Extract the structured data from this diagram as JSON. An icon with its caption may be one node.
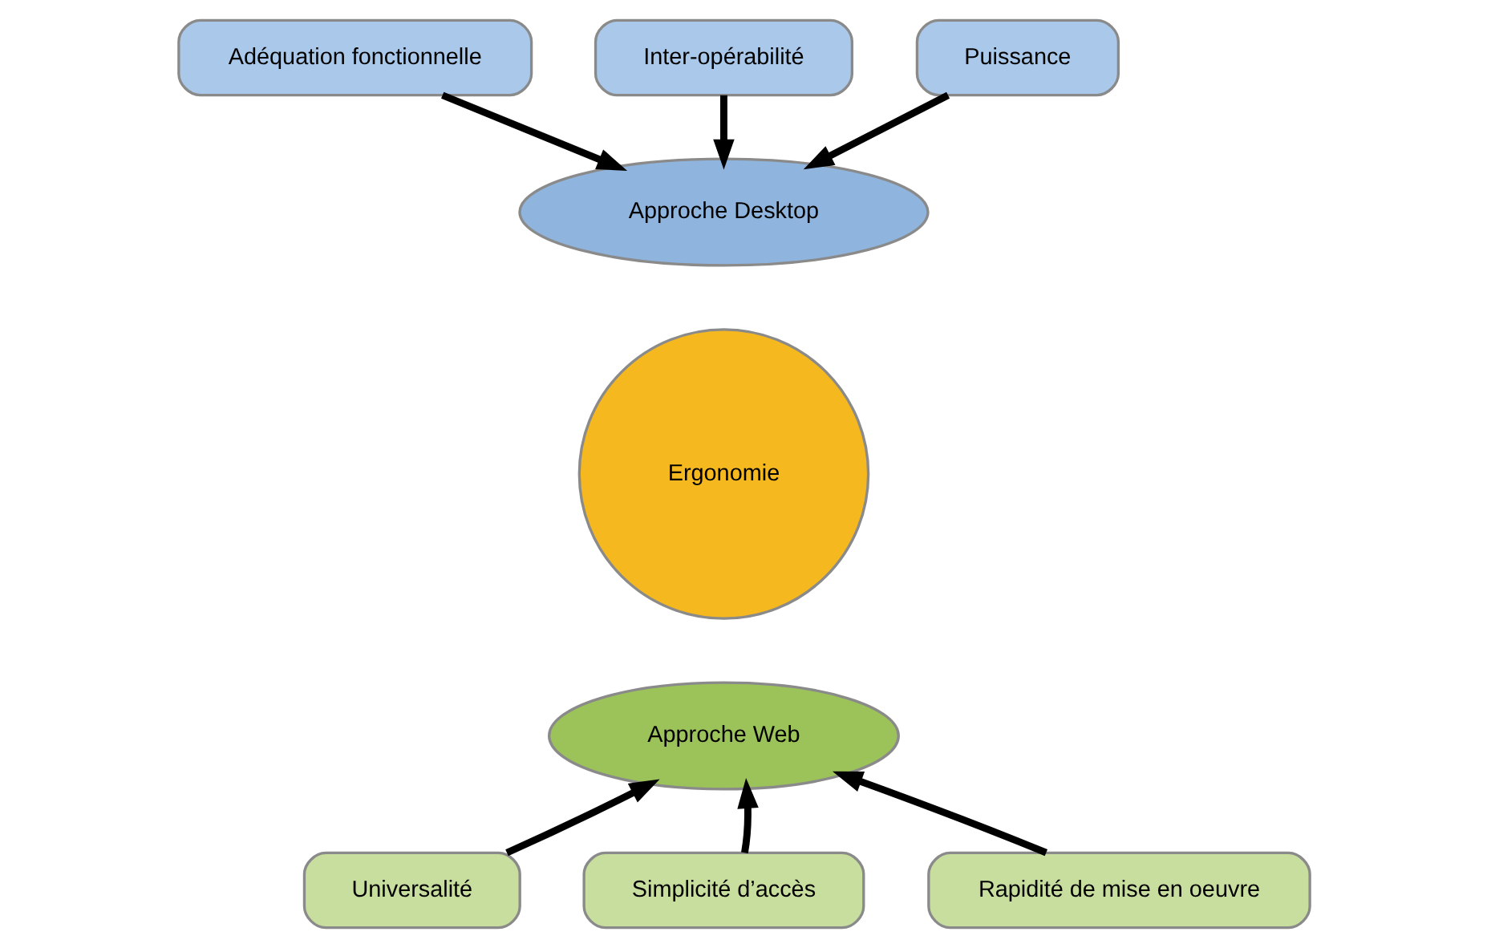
{
  "diagram": {
    "nodes": [
      {
        "text": [
          "Adéquation fonctionnelle"
        ]
      },
      {
        "text": [
          "Inter-opérabilité"
        ]
      },
      {
        "text": [
          "Puissance"
        ]
      },
      {
        "text": [
          "Approche Desktop"
        ]
      },
      {
        "text": [
          "Ergonomie"
        ]
      },
      {
        "text": [
          "Approche Web"
        ]
      },
      {
        "text": [
          "Universalité"
        ]
      },
      {
        "text": [
          "Simplicité d’accès"
        ]
      },
      {
        "text": [
          "Rapidité de mise en oeuvre"
        ]
      }
    ],
    "edges": [
      {
        "from": 0,
        "to": 3,
        "arrow": "to"
      },
      {
        "from": 1,
        "to": 3,
        "arrow": "to"
      },
      {
        "from": 2,
        "to": 3,
        "arrow": "to"
      },
      {
        "from": 6,
        "to": 5,
        "arrow": "to"
      },
      {
        "from": 7,
        "to": 5,
        "arrow": "to"
      },
      {
        "from": 8,
        "to": 5,
        "arrow": "to"
      }
    ]
  }
}
